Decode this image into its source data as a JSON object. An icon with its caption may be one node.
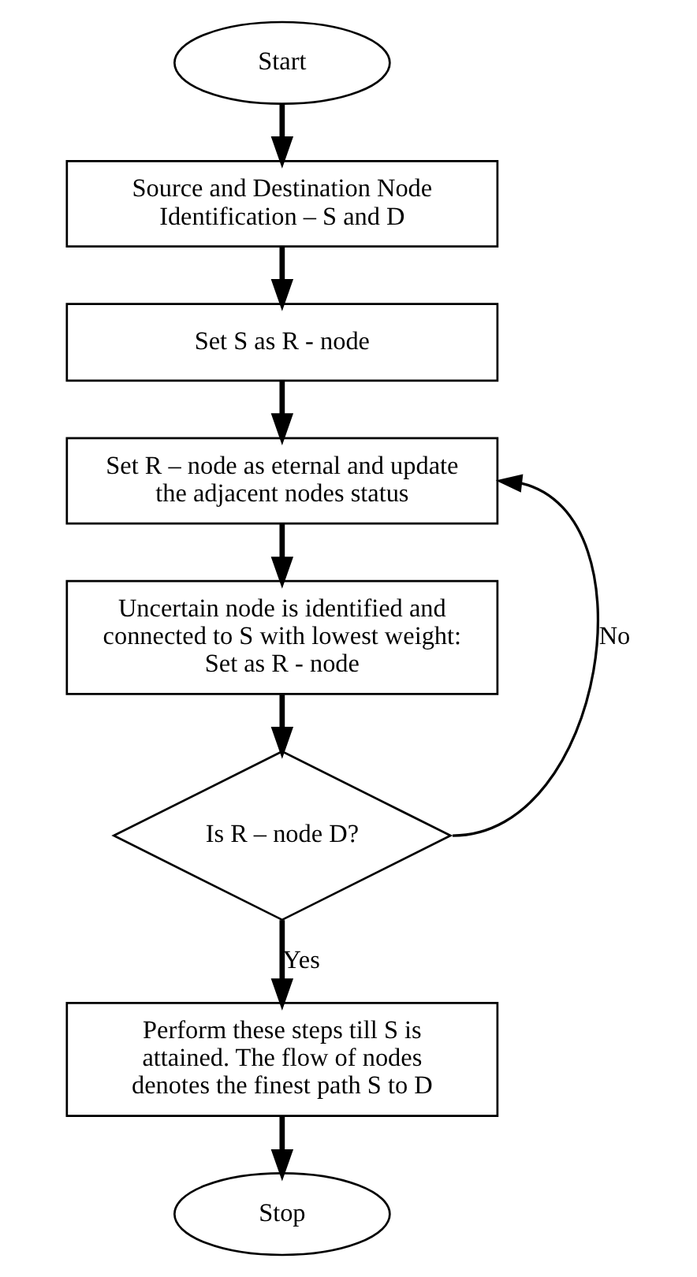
{
  "diagram": {
    "nodes": [
      {
        "text": [
          "Start"
        ]
      },
      {
        "text": [
          "Source and Destination Node Identification – S and D"
        ]
      },
      {
        "text": [
          "Set S as R - node"
        ]
      },
      {
        "text": [
          "Set R – node as eternal and update the adjacent nodes status"
        ]
      },
      {
        "text": [
          "Uncertain node is identified and connected to S with lowest weight: Set as R - node"
        ]
      },
      {
        "text": [
          "Is R – node D?"
        ]
      },
      {
        "text": [
          "Perform these steps till S is attained. The flow of nodes denotes the finest path S to D"
        ]
      },
      {
        "text": [
          "Stop"
        ]
      }
    ],
    "edges": [
      {
        "from": 0,
        "to": 1,
        "arrow": "to"
      },
      {
        "from": 1,
        "to": 2,
        "arrow": "to"
      },
      {
        "from": 2,
        "to": 3,
        "arrow": "to"
      },
      {
        "from": 3,
        "to": 4,
        "arrow": "to"
      },
      {
        "from": 4,
        "to": 5,
        "arrow": "to"
      },
      {
        "from": 5,
        "to": 6,
        "arrow": "to",
        "label": "Yes"
      },
      {
        "from": 5,
        "to": 3,
        "arrow": "to",
        "label": "No"
      },
      {
        "from": 6,
        "to": 7,
        "arrow": "to"
      }
    ]
  }
}
